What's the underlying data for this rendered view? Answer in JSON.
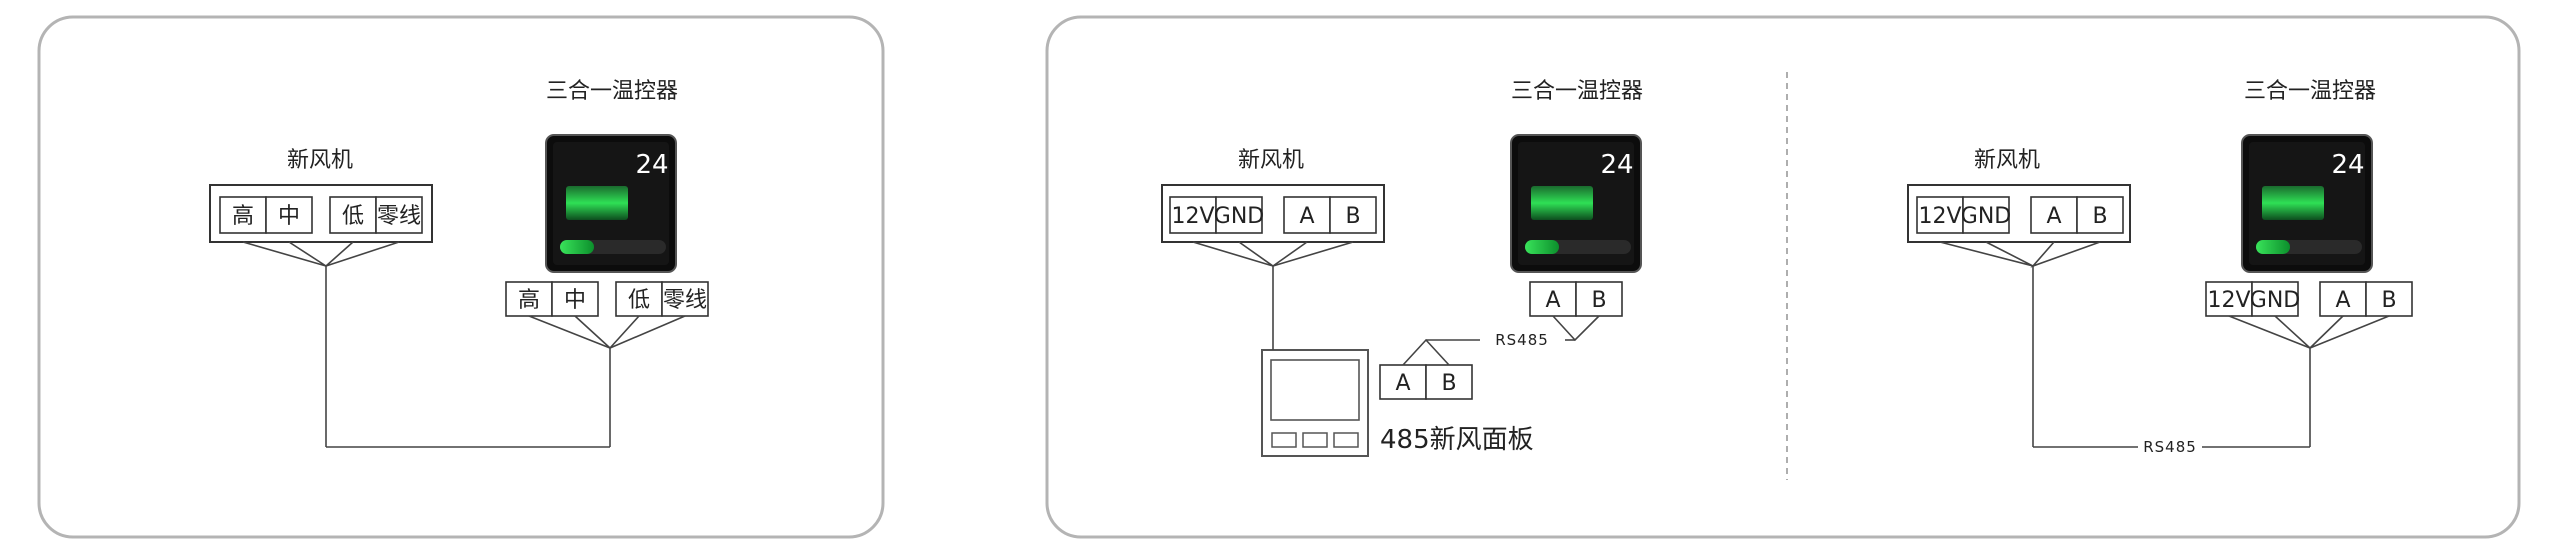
{
  "diagram_left": {
    "fan_title": "新风机",
    "thermostat_title": "三合一温控器",
    "fan_terminals": [
      "高",
      "中",
      "低",
      "零线"
    ],
    "thermostat_terminals": [
      "高",
      "中",
      "低",
      "零线"
    ],
    "thermostat_temp": "24"
  },
  "diagram_mid": {
    "fan_title": "新风机",
    "thermostat_title": "三合一温控器",
    "fan_terminals": [
      "12V",
      "GND",
      "A",
      "B"
    ],
    "thermostat_terminals": [
      "A",
      "B"
    ],
    "panel_terminals": [
      "A",
      "B"
    ],
    "bus_label": "RS485",
    "panel_label": "485新风面板",
    "thermostat_temp": "24"
  },
  "diagram_right": {
    "fan_title": "新风机",
    "thermostat_title": "三合一温控器",
    "fan_terminals": [
      "12V",
      "GND",
      "A",
      "B"
    ],
    "thermostat_terminals": [
      "12V",
      "GND",
      "A",
      "B"
    ],
    "bus_label": "RS485",
    "thermostat_temp": "24"
  },
  "colors": {
    "panel_border": "#b4b4b4",
    "line": "#444444",
    "screen_bg": "#111111",
    "accent_green": "#29d84a"
  },
  "icons": [
    "thermostat-device-icon",
    "fan-panel-device-icon"
  ]
}
